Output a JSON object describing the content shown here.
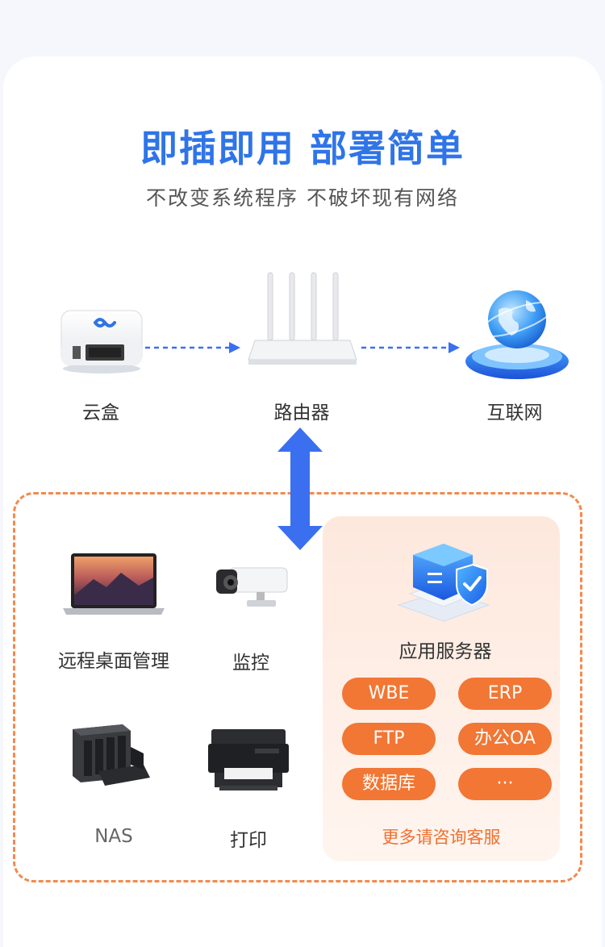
{
  "header": {
    "title": "即插即用 部署简单",
    "subtitle": "不改变系统程序 不破坏现有网络"
  },
  "topology": {
    "nodes": [
      {
        "id": "cloud-box",
        "label": "云盒",
        "icon": "cloud-box-icon"
      },
      {
        "id": "router",
        "label": "路由器",
        "icon": "router-icon"
      },
      {
        "id": "internet",
        "label": "互联网",
        "icon": "globe-icon"
      }
    ]
  },
  "devices": [
    {
      "label": "远程桌面管理",
      "icon": "laptop-icon"
    },
    {
      "label": "监控",
      "icon": "camera-icon"
    },
    {
      "label": "NAS",
      "icon": "nas-icon"
    },
    {
      "label": "打印",
      "icon": "printer-icon"
    }
  ],
  "server": {
    "label": "应用服务器",
    "icon": "server-shield-icon",
    "services": [
      "WBE",
      "ERP",
      "FTP",
      "办公OA",
      "数据库",
      "···"
    ],
    "more_text": "更多请咨询客服"
  },
  "colors": {
    "title_blue": "#2f74e8",
    "arrow_blue": "#3a6ff0",
    "accent_orange": "#f27634",
    "dashed_orange": "#f28a4e"
  }
}
